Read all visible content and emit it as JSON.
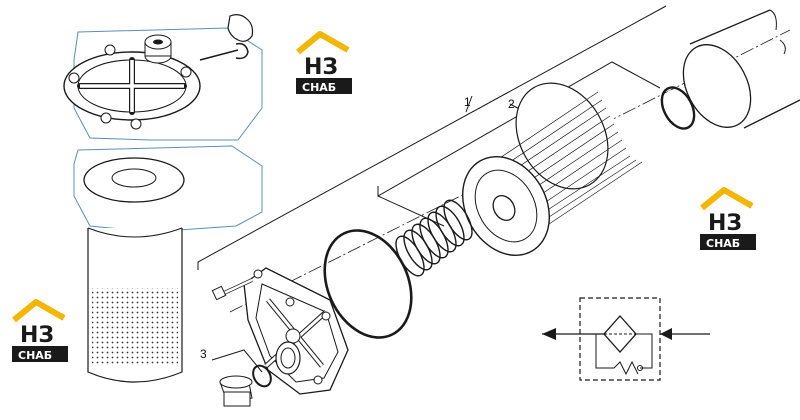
{
  "diagram": {
    "callouts": {
      "part_1": "1",
      "part_2": "2",
      "part_3": "3"
    },
    "logo": {
      "top_text": "НЗ",
      "bottom_text": "СНАБ",
      "colors": {
        "roof": "#f2b705",
        "body": "#1a1a1a",
        "text_dark": "#1a1a1a",
        "text_light": "#ffffff"
      }
    },
    "colors": {
      "line": "#1a1a1a",
      "highlight_outline": "#5b8fb9"
    }
  }
}
